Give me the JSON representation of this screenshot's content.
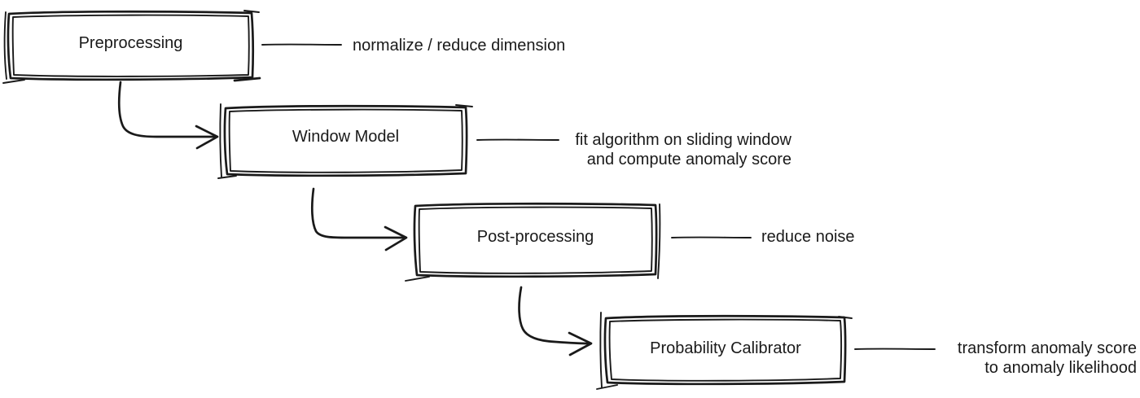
{
  "canvas": {
    "background": "#ffffff",
    "ink": "#1a1a1a"
  },
  "diagram": {
    "nodes": [
      {
        "label": "Preprocessing",
        "annotation": "normalize / reduce dimension"
      },
      {
        "label": "Window Model",
        "annotation": "fit algorithm on sliding window\nand compute anomaly score"
      },
      {
        "label": "Post-processing",
        "annotation": "reduce noise"
      },
      {
        "label": "Probability Calibrator",
        "annotation": "transform anomaly score\nto anomaly likelihood"
      }
    ],
    "edges": [
      {
        "from": "Preprocessing",
        "to": "Window Model"
      },
      {
        "from": "Window Model",
        "to": "Post-processing"
      },
      {
        "from": "Post-processing",
        "to": "Probability Calibrator"
      }
    ]
  }
}
